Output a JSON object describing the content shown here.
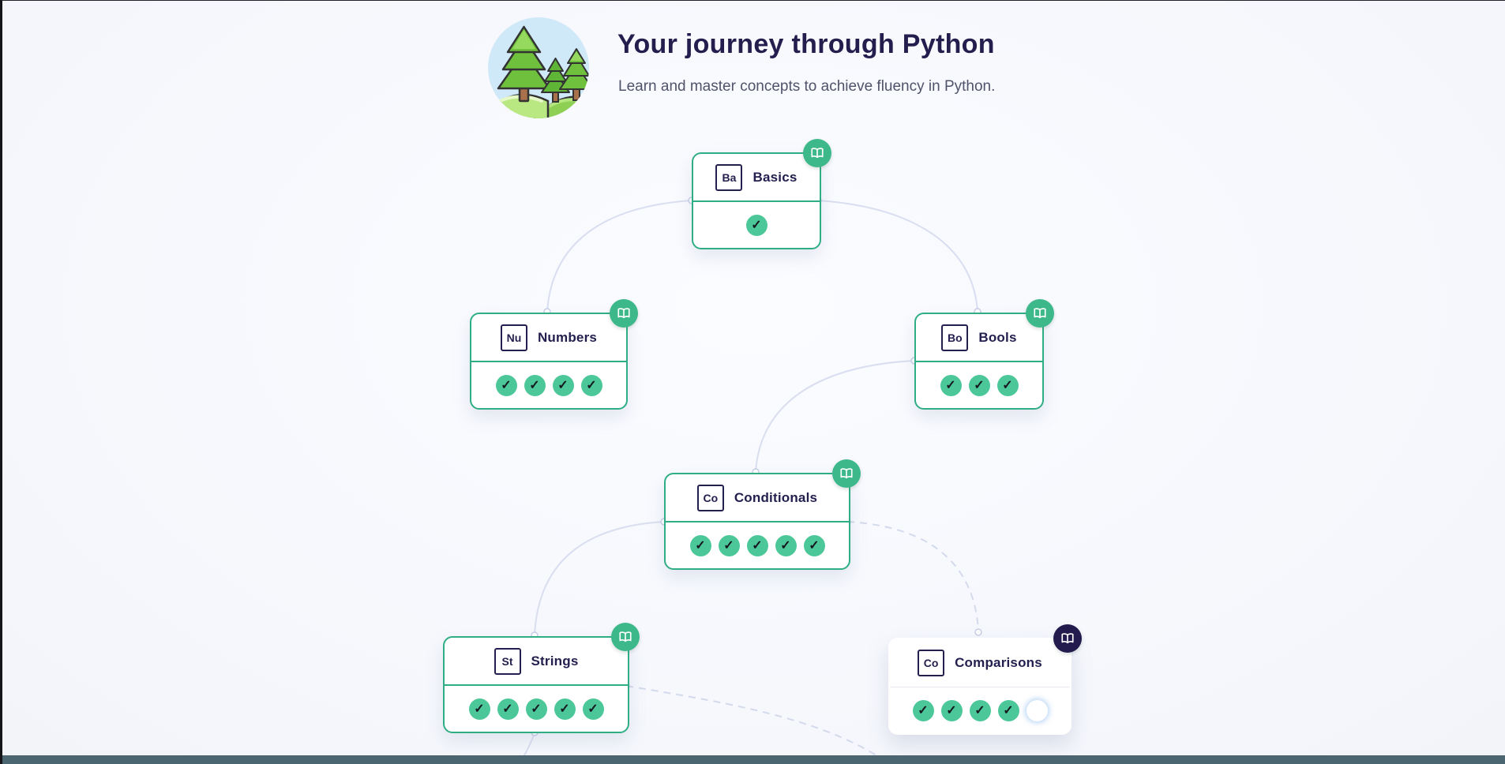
{
  "header": {
    "title": "Your journey through Python",
    "subtitle": "Learn and master concepts to achieve fluency in Python.",
    "illustration": "forest-trees-icon"
  },
  "check_glyph": "✓",
  "nodes": [
    {
      "id": "basics",
      "abbr": "Ba",
      "label": "Basics",
      "steps_completed": 1,
      "steps_total": 1,
      "state": "completed",
      "badge_icon": "open-book-icon",
      "badge_color": "#3db88b"
    },
    {
      "id": "numbers",
      "abbr": "Nu",
      "label": "Numbers",
      "steps_completed": 4,
      "steps_total": 4,
      "state": "completed",
      "badge_icon": "open-book-icon",
      "badge_color": "#3db88b"
    },
    {
      "id": "bools",
      "abbr": "Bo",
      "label": "Bools",
      "steps_completed": 3,
      "steps_total": 3,
      "state": "completed",
      "badge_icon": "open-book-icon",
      "badge_color": "#3db88b"
    },
    {
      "id": "conditionals",
      "abbr": "Co",
      "label": "Conditionals",
      "steps_completed": 5,
      "steps_total": 5,
      "state": "completed",
      "badge_icon": "open-book-icon",
      "badge_color": "#3db88b"
    },
    {
      "id": "strings",
      "abbr": "St",
      "label": "Strings",
      "steps_completed": 5,
      "steps_total": 5,
      "state": "completed",
      "badge_icon": "open-book-icon",
      "badge_color": "#3db88b"
    },
    {
      "id": "comparisons",
      "abbr": "Co",
      "label": "Comparisons",
      "steps_completed": 4,
      "steps_total": 5,
      "state": "in-progress",
      "badge_icon": "open-book-icon",
      "badge_color": "#231b4d"
    }
  ],
  "connections": [
    {
      "from": "basics",
      "to": "numbers",
      "style": "solid"
    },
    {
      "from": "basics",
      "to": "bools",
      "style": "solid"
    },
    {
      "from": "bools",
      "to": "conditionals",
      "style": "solid"
    },
    {
      "from": "conditionals",
      "to": "strings",
      "style": "solid"
    },
    {
      "from": "conditionals",
      "to": "comparisons",
      "style": "dashed"
    },
    {
      "from": "strings",
      "to": "offscreen-below",
      "style": "solid"
    },
    {
      "from": "strings",
      "to": "offscreen-bottom-right",
      "style": "dashed"
    }
  ],
  "colors": {
    "accent_green": "#2fae85",
    "check_green": "#4cc79a",
    "navy_text": "#241e4e",
    "badge_navy": "#231b4d",
    "connector_line": "#d9def0",
    "bottom_bar": "#4c6671",
    "background": "#f6f8fc"
  }
}
